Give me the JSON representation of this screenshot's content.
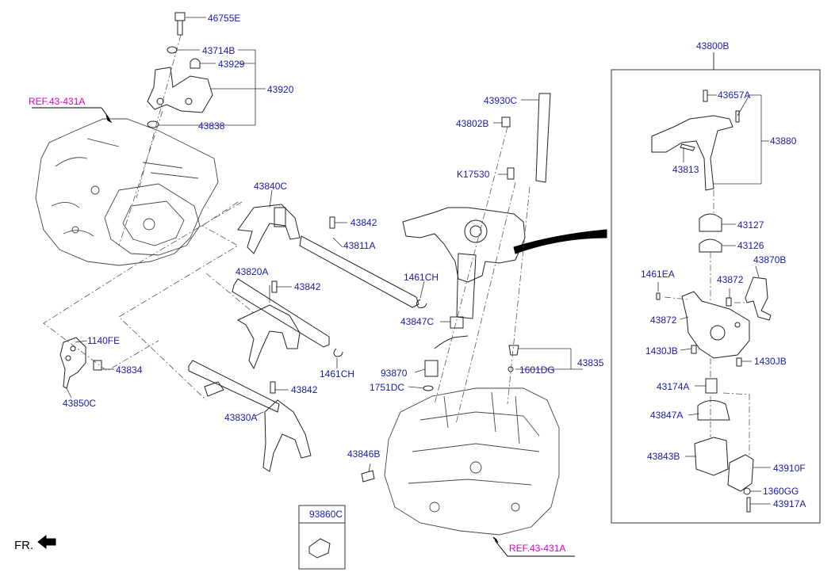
{
  "diagram": {
    "parts": {
      "p46755E": "46755E",
      "p43714B": "43714B",
      "p43929": "43929",
      "p43920": "43920",
      "p43838": "43838",
      "p43840C": "43840C",
      "p43842a": "43842",
      "p43811A": "43811A",
      "p43820A": "43820A",
      "p43842b": "43842",
      "p1461CHa": "1461CH",
      "p1461CHb": "1461CH",
      "p43847C": "43847C",
      "p1140FE": "1140FE",
      "p43834": "43834",
      "p43850C": "43850C",
      "p43842c": "43842",
      "p43830A": "43830A",
      "p43930C": "43930C",
      "p43802B": "43802B",
      "pK17530": "K17530",
      "p93870": "93870",
      "p1751DC": "1751DC",
      "p1601DG": "1601DG",
      "p43835": "43835",
      "p43846B": "43846B",
      "p93860C": "93860C",
      "p43800B": "43800B",
      "p43657A": "43657A",
      "p43880": "43880",
      "p43813": "43813",
      "p43127": "43127",
      "p43126": "43126",
      "p1461EA": "1461EA",
      "p43872a": "43872",
      "p43870B": "43870B",
      "p43872b": "43872",
      "p1430JBa": "1430JB",
      "p1430JBb": "1430JB",
      "p43174A": "43174A",
      "p43847A": "43847A",
      "p43843B": "43843B",
      "p43910F": "43910F",
      "p1360GG": "1360GG",
      "p43917A": "43917A"
    },
    "refs": {
      "left": "REF.43-431A",
      "bottom": "REF.43-431A"
    },
    "front_marker": "FR."
  }
}
